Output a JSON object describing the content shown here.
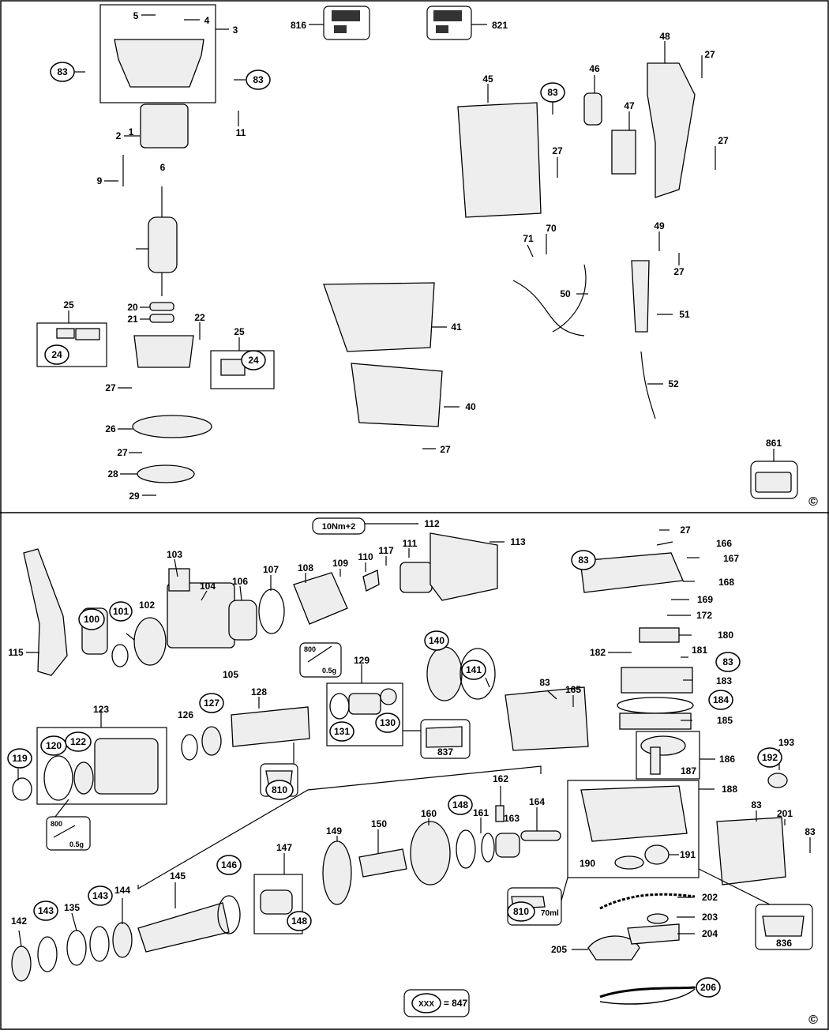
{
  "labels": {
    "l1": "1",
    "l2": "2",
    "l3": "3",
    "l4": "4",
    "l5": "5",
    "l6": "6",
    "l9": "9",
    "l11": "11",
    "l20": "20",
    "l21": "21",
    "l22": "22",
    "l25a": "25",
    "l25b": "25",
    "l26": "26",
    "l27a": "27",
    "l27b": "27",
    "l27c": "27",
    "l27d": "27",
    "l27e": "27",
    "l27f": "27",
    "l27g": "27",
    "l27h": "27",
    "l28": "28",
    "l29": "29",
    "l40": "40",
    "l41": "41",
    "l45": "45",
    "l46": "46",
    "l47": "47",
    "l48": "48",
    "l49": "49",
    "l50": "50",
    "l51": "51",
    "l52": "52",
    "l70": "70",
    "l71": "71",
    "l83h": "83",
    "l83i": "83",
    "l83j": "83",
    "l103": "103",
    "l104": "104",
    "l105": "105",
    "l106": "106",
    "l107": "107",
    "l108": "108",
    "l109": "109",
    "l110": "110",
    "l111": "111",
    "l112": "112",
    "l113": "113",
    "l115": "115",
    "l117": "117",
    "l123": "123",
    "l126": "126",
    "l128": "128",
    "l129": "129",
    "l135": "135",
    "l142": "142",
    "l144": "144",
    "l145": "145",
    "l147": "147",
    "l149": "149",
    "l150": "150",
    "l160": "160",
    "l161": "161",
    "l162": "162",
    "l163": "163",
    "l164": "164",
    "l165": "165",
    "l166": "166",
    "l167": "167",
    "l168": "168",
    "l169": "169",
    "l172": "172",
    "l180": "180",
    "l181": "181",
    "l182": "182",
    "l183": "183",
    "l185": "185",
    "l186": "186",
    "l187": "187",
    "l188": "188",
    "l191": "191",
    "l193": "193",
    "l201": "201",
    "l202": "202",
    "l203": "203",
    "l204": "204",
    "l205": "205",
    "l816": "816",
    "l821": "821",
    "l861": "861"
  },
  "circles": {
    "c24a": "24",
    "c24b": "24",
    "c83a": "83",
    "c83b": "83",
    "c83c": "83",
    "c83d": "83",
    "c83e": "83",
    "c100": "100",
    "c101": "101",
    "c102": "102",
    "c119": "119",
    "c120": "120",
    "c122": "122",
    "c127": "127",
    "c130": "130",
    "c131": "131",
    "c140": "140",
    "c141": "141",
    "c143a": "143",
    "c143b": "143",
    "c146": "146",
    "c148a": "148",
    "c148b": "148",
    "c184": "184",
    "c192": "192",
    "c206": "206",
    "c810a": "810",
    "c810b": "810"
  },
  "boxes": {
    "b837": "837",
    "b836": "836",
    "b810": "810",
    "b800a": "800",
    "b05a": "0.5g",
    "b800b": "800",
    "b05b": "0.5g",
    "b70ml": "70ml",
    "torque": "10Nm+2",
    "legend_xxx": "XXX",
    "legend_eq": "= 847"
  },
  "copyright": "©"
}
